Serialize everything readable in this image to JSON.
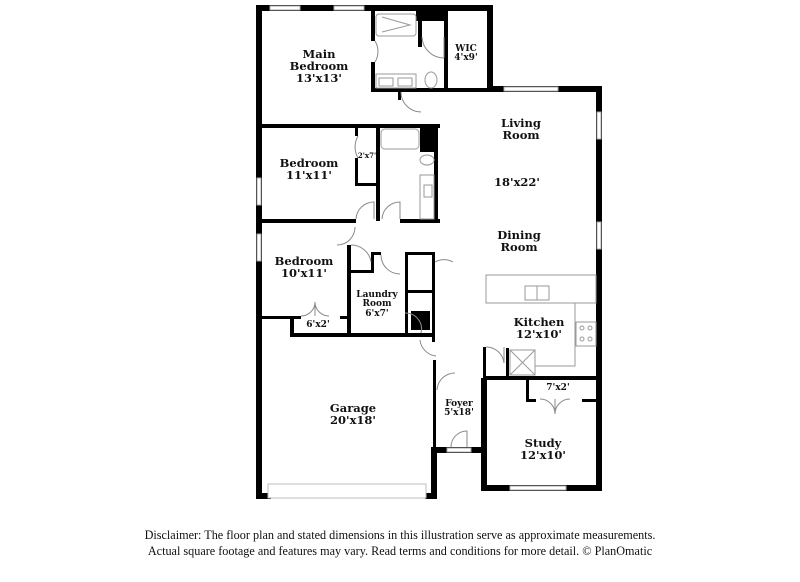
{
  "floorplan": {
    "rooms": [
      {
        "id": "main-bedroom",
        "name": "Main Bedroom",
        "name_line1": "Main",
        "name_line2": "Bedroom",
        "dims": "13'x13'"
      },
      {
        "id": "wic",
        "name": "WIC",
        "dims": "4'x9'"
      },
      {
        "id": "living-room",
        "name": "Living Room",
        "name_line1": "Living",
        "name_line2": "Room",
        "dims": "18'x22'"
      },
      {
        "id": "dining-room",
        "name": "Dining Room",
        "name_line1": "Dining",
        "name_line2": "Room"
      },
      {
        "id": "bedroom-2",
        "name": "Bedroom",
        "dims": "11'x11'"
      },
      {
        "id": "closet-2",
        "dims": "2'x7'"
      },
      {
        "id": "bedroom-3",
        "name": "Bedroom",
        "dims": "10'x11'"
      },
      {
        "id": "closet-3",
        "dims": "6'x2'"
      },
      {
        "id": "laundry-room",
        "name": "Laundry Room",
        "name_line1": "Laundry",
        "name_line2": "Room",
        "dims": "6'x7'"
      },
      {
        "id": "kitchen",
        "name": "Kitchen",
        "dims": "12'x10'"
      },
      {
        "id": "pantry-closet",
        "dims": "7'x2'"
      },
      {
        "id": "foyer",
        "name": "Foyer",
        "dims": "5'x18'"
      },
      {
        "id": "study",
        "name": "Study",
        "dims": "12'x10'"
      },
      {
        "id": "garage",
        "name": "Garage",
        "dims": "20'x18'"
      }
    ]
  },
  "disclaimer": {
    "line1": "Disclaimer: The floor plan and stated dimensions in this illustration serve as approximate measurements.",
    "line2": "Actual square footage and features may vary. Read terms and conditions for more detail. © PlanOmatic"
  }
}
